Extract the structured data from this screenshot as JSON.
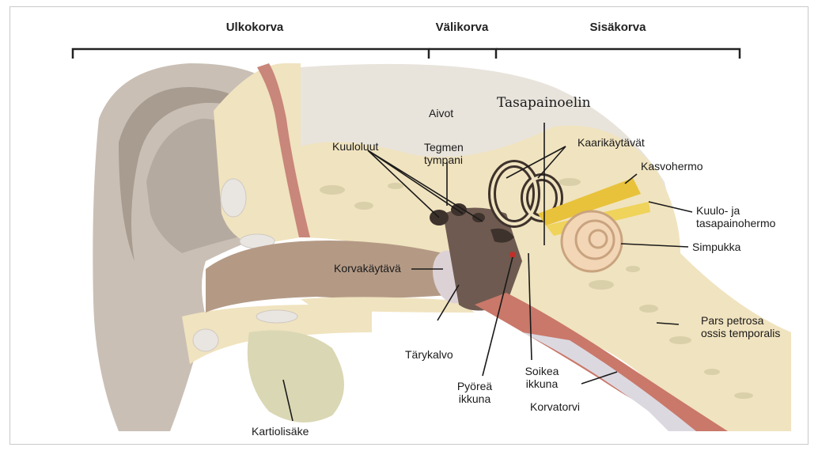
{
  "sections": {
    "outer": "Ulkokorva",
    "middle": "Välikorva",
    "inner": "Sisäkorva"
  },
  "labels": {
    "aivot": "Aivot",
    "tasapainoelin": "Tasapainoelin",
    "kuuloluut": "Kuuloluut",
    "tegmen": "Tegmen\ntympani",
    "kaarikaytavat": "Kaarikäytävät",
    "kasvohermo": "Kasvohermo",
    "kuulo_hermo": "Kuulo- ja\ntasapainohermo",
    "simpukka": "Simpukka",
    "korvakaytava": "Korvakäytävä",
    "pars_petrosa": "Pars petrosa\nossis temporalis",
    "tarykalvo": "Tärykalvo",
    "soikea": "Soikea\nikkuna",
    "pyorea": "Pyöreä\nikkuna",
    "korvatorvi": "Korvatorvi",
    "kartiolisake": "Kartiolisäke"
  },
  "colors": {
    "skin": "#c9bfb5",
    "skin_dark": "#a89c90",
    "bone": "#f0e3bf",
    "bone_texture": "#d9cfa9",
    "canal": "#b49a85",
    "brain": "#e8e4dc",
    "muscle": "#c9867a",
    "ossicle": "#5a4a42",
    "nerve": "#e8c23a",
    "tube": "#c9786a"
  }
}
